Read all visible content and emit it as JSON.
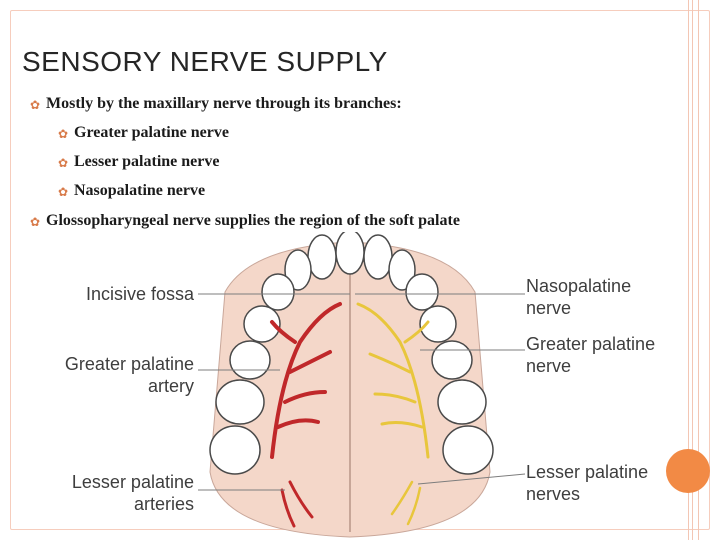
{
  "slide": {
    "title": "SENSORY NERVE SUPPLY",
    "bullets": [
      {
        "level": 1,
        "text": "Mostly by the maxillary nerve through its branches:"
      },
      {
        "level": 2,
        "text": "Greater palatine nerve"
      },
      {
        "level": 2,
        "text": "Lesser palatine nerve"
      },
      {
        "level": 2,
        "text": "Nasopalatine nerve"
      },
      {
        "level": 1,
        "text": "Glossopharyngeal nerve supplies the region of the soft palate"
      }
    ]
  },
  "figure": {
    "labels": {
      "incisive_fossa": "Incisive fossa",
      "greater_palatine_artery_1": "Greater palatine",
      "greater_palatine_artery_2": "artery",
      "lesser_palatine_arteries_1": "Lesser palatine",
      "lesser_palatine_arteries_2": "arteries",
      "nasopalatine_nerve_1": "Nasopalatine",
      "nasopalatine_nerve_2": "nerve",
      "greater_palatine_nerve_1": "Greater palatine",
      "greater_palatine_nerve_2": "nerve",
      "lesser_palatine_nerves_1": "Lesser palatine",
      "lesser_palatine_nerves_2": "nerves"
    },
    "colors": {
      "artery": "#c0282a",
      "nerve": "#e8c63c",
      "palate": "#f4d7c9",
      "accent": "#f28a45"
    }
  }
}
